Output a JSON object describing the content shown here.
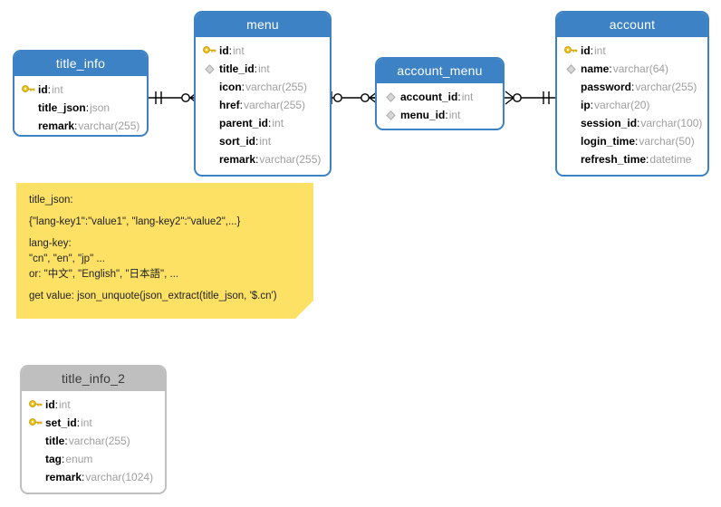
{
  "diagram": {
    "type": "entity-relationship-diagram",
    "colors": {
      "header_blue": "#3c82c4",
      "header_gray": "#bfbfbf",
      "note_yellow": "#fce165",
      "type_text": "#9e9e9e",
      "line": "#000000"
    }
  },
  "entities": [
    {
      "name": "title_info",
      "header_style": "blue",
      "fields": [
        {
          "icon": "key-icon",
          "name": "id",
          "type": "int"
        },
        {
          "icon": "none",
          "name": "title_json",
          "type": "json"
        },
        {
          "icon": "none",
          "name": "remark",
          "type": "varchar(255)"
        }
      ]
    },
    {
      "name": "menu",
      "header_style": "blue",
      "fields": [
        {
          "icon": "key-icon",
          "name": "id",
          "type": "int"
        },
        {
          "icon": "diamond-icon",
          "name": "title_id",
          "type": "int"
        },
        {
          "icon": "none",
          "name": "icon",
          "type": "varchar(255)"
        },
        {
          "icon": "none",
          "name": "href",
          "type": "varchar(255)"
        },
        {
          "icon": "none",
          "name": "parent_id",
          "type": "int"
        },
        {
          "icon": "none",
          "name": "sort_id",
          "type": "int"
        },
        {
          "icon": "none",
          "name": "remark",
          "type": "varchar(255)"
        }
      ]
    },
    {
      "name": "account_menu",
      "header_style": "blue",
      "fields": [
        {
          "icon": "diamond-icon",
          "name": "account_id",
          "type": "int"
        },
        {
          "icon": "diamond-icon",
          "name": "menu_id",
          "type": "int"
        }
      ]
    },
    {
      "name": "account",
      "header_style": "blue",
      "fields": [
        {
          "icon": "key-icon",
          "name": "id",
          "type": "int"
        },
        {
          "icon": "diamond-icon",
          "name": "name",
          "type": "varchar(64)"
        },
        {
          "icon": "none",
          "name": "password",
          "type": "varchar(255)"
        },
        {
          "icon": "none",
          "name": "ip",
          "type": "varchar(20)"
        },
        {
          "icon": "none",
          "name": "session_id",
          "type": "varchar(100)"
        },
        {
          "icon": "none",
          "name": "login_time",
          "type": "varchar(50)"
        },
        {
          "icon": "none",
          "name": "refresh_time",
          "type": "datetime"
        }
      ]
    },
    {
      "name": "title_info_2",
      "header_style": "gray",
      "fields": [
        {
          "icon": "key-icon",
          "name": "id",
          "type": "int"
        },
        {
          "icon": "key-icon",
          "name": "set_id",
          "type": "int"
        },
        {
          "icon": "none",
          "name": "title",
          "type": "varchar(255)"
        },
        {
          "icon": "none",
          "name": "tag",
          "type": "enum"
        },
        {
          "icon": "none",
          "name": "remark",
          "type": "varchar(1024)"
        }
      ]
    }
  ],
  "relationships": [
    {
      "from": "title_info",
      "to": "menu",
      "from_cardinality": "one-and-only-one",
      "to_cardinality": "zero-or-many"
    },
    {
      "from": "menu",
      "to": "account_menu",
      "from_cardinality": "zero-or-one",
      "to_cardinality": "zero-or-many"
    },
    {
      "from": "account_menu",
      "to": "account",
      "from_cardinality": "zero-or-many",
      "to_cardinality": "one-and-only-one"
    }
  ],
  "note": {
    "lines": [
      "title_json:",
      "{\"lang-key1\":\"value1\", \"lang-key2\":\"value2\",...}",
      "lang-key:",
      "\"cn\", \"en\", \"jp\" ...",
      "or: \"中文\", \"English\", \"日本語\", ...",
      "get value: json_unquote(json_extract(title_json, '$.cn')"
    ]
  }
}
